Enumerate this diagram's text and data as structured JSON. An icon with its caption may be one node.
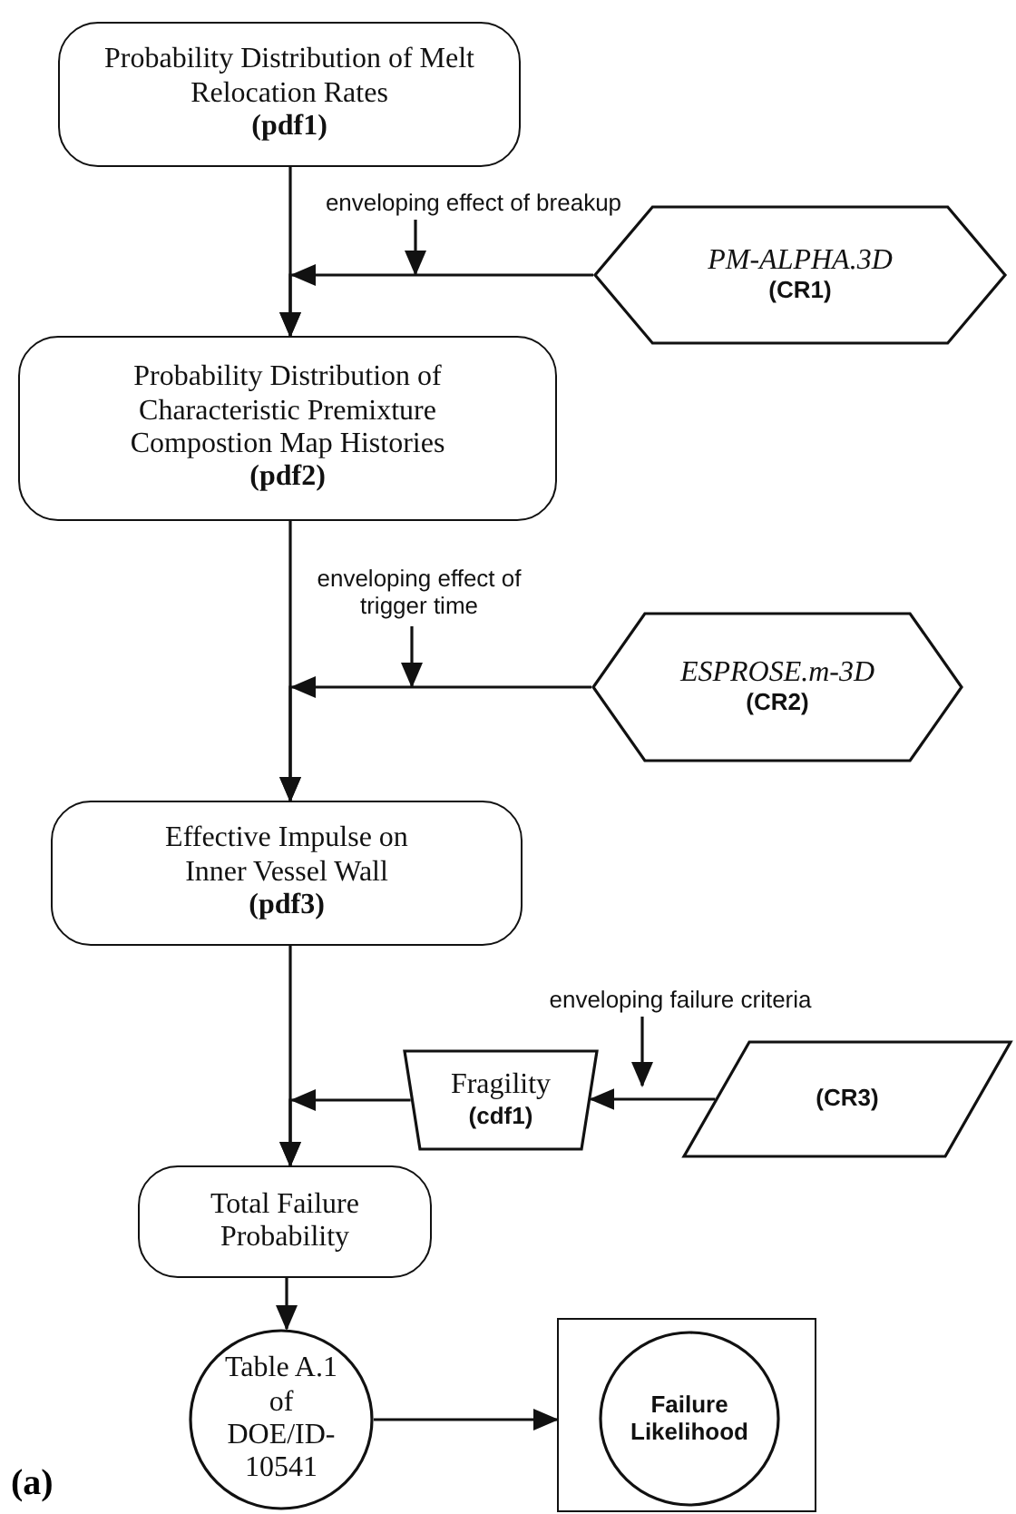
{
  "diagram": {
    "nodes": [
      {
        "text": [
          "Probability Distribution of Melt Relocation Rates",
          "(pdf1)"
        ]
      },
      {
        "text": [
          "enveloping effect of breakup"
        ]
      },
      {
        "text": [
          "PM-ALPHA.3D",
          "(CR1)"
        ]
      },
      {
        "text": [
          "Probability Distribution of Characteristic Premixture Compostion Map Histories",
          "(pdf2)"
        ]
      },
      {
        "text": [
          "enveloping effect of trigger time"
        ]
      },
      {
        "text": [
          "ESPROSE.m-3D",
          "(CR2)"
        ]
      },
      {
        "text": [
          "Effective Impulse on Inner Vessel Wall",
          "(pdf3)"
        ]
      },
      {
        "text": [
          "enveloping failure criteria"
        ]
      },
      {
        "text": [
          "Fragility",
          "(cdf1)"
        ]
      },
      {
        "text": [
          "(CR3)"
        ]
      },
      {
        "text": [
          "Total Failure Probability"
        ]
      },
      {
        "text": [
          "Table A.1 of DOE/ID-10541"
        ]
      },
      {
        "text": [],
        "shape": "box"
      },
      {
        "text": [
          "Failure Likelihood"
        ],
        "in": 12
      }
    ],
    "edges": [
      {
        "from": 0,
        "to": 3,
        "arrow": "to"
      },
      {
        "from": 2,
        "to": 3,
        "arrow": "to"
      },
      {
        "from": 1,
        "to": null,
        "arrow": "to"
      },
      {
        "from": 3,
        "to": 6,
        "arrow": "to"
      },
      {
        "from": 5,
        "to": 6,
        "arrow": "to"
      },
      {
        "from": 4,
        "to": null,
        "arrow": "to"
      },
      {
        "from": 6,
        "to": 10,
        "arrow": "to"
      },
      {
        "from": 8,
        "to": 10,
        "arrow": "to"
      },
      {
        "from": 9,
        "to": 8,
        "arrow": "to"
      },
      {
        "from": 7,
        "to": null,
        "arrow": "to"
      },
      {
        "from": 10,
        "to": 11,
        "arrow": "to"
      },
      {
        "from": 11,
        "to": 12,
        "arrow": "to"
      }
    ],
    "labels": [
      "(a)"
    ]
  }
}
